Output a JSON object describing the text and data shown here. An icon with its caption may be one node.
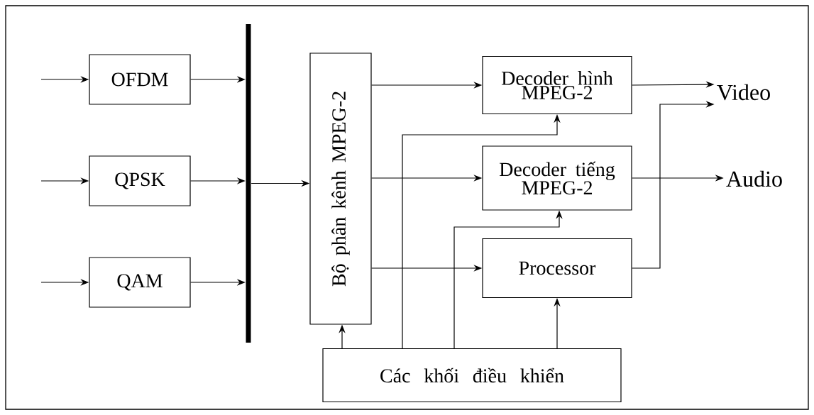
{
  "diagram": {
    "nodes": [
      {
        "text": [
          "OFDM"
        ]
      },
      {
        "text": [
          "QPSK"
        ]
      },
      {
        "text": [
          "QAM"
        ]
      },
      {
        "text": [],
        "shape": "bar"
      },
      {
        "text": [
          "Bộ phân kênh MPEG-2"
        ]
      },
      {
        "text": [
          "Decoder hình MPEG-2"
        ]
      },
      {
        "text": [
          "Decoder tiếng MPEG-2"
        ]
      },
      {
        "text": [
          "Processor"
        ]
      },
      {
        "text": [
          "Các khối điều khiển"
        ]
      },
      {
        "text": [
          "Video"
        ]
      },
      {
        "text": [
          "Audio"
        ]
      }
    ],
    "edges": [
      {
        "from": null,
        "to": 0,
        "arrow": "to"
      },
      {
        "from": null,
        "to": 1,
        "arrow": "to"
      },
      {
        "from": null,
        "to": 2,
        "arrow": "to"
      },
      {
        "from": 0,
        "to": 3,
        "arrow": "to"
      },
      {
        "from": 1,
        "to": 3,
        "arrow": "to"
      },
      {
        "from": 2,
        "to": 3,
        "arrow": "to"
      },
      {
        "from": 3,
        "to": 4,
        "arrow": "to"
      },
      {
        "from": 4,
        "to": 5,
        "arrow": "to"
      },
      {
        "from": 4,
        "to": 6,
        "arrow": "to"
      },
      {
        "from": 4,
        "to": 7,
        "arrow": "to"
      },
      {
        "from": 5,
        "to": 9,
        "arrow": "to"
      },
      {
        "from": 7,
        "to": 9,
        "arrow": "to"
      },
      {
        "from": 6,
        "to": 10,
        "arrow": "to"
      },
      {
        "from": 8,
        "to": 4,
        "arrow": "to"
      },
      {
        "from": 8,
        "to": 5,
        "arrow": "to"
      },
      {
        "from": 8,
        "to": 6,
        "arrow": "to"
      },
      {
        "from": 8,
        "to": 7,
        "arrow": "to"
      }
    ]
  }
}
